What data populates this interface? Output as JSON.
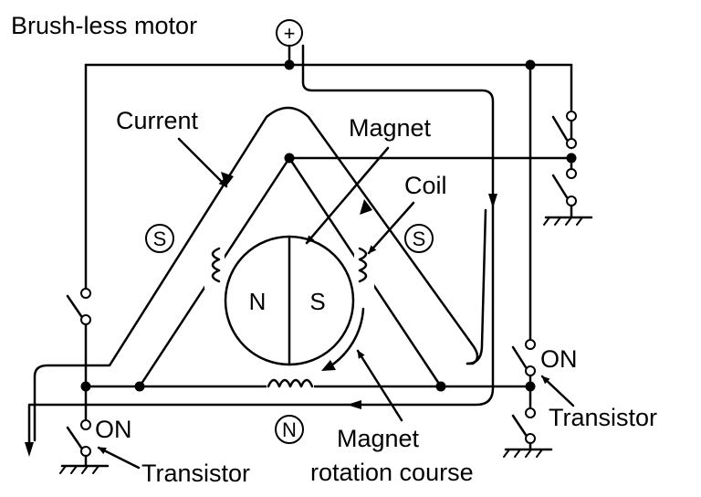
{
  "title": "Brush-less motor",
  "supply_symbol": "+",
  "labels": {
    "current": "Current",
    "magnet_top": "Magnet",
    "coil": "Coil",
    "magnet_rotation_line1": "Magnet",
    "magnet_rotation_line2": "rotation course",
    "on_right": "ON",
    "on_left": "ON",
    "transistor_right": "Transistor",
    "transistor_left": "Transistor"
  },
  "poles": {
    "stator_left": "S",
    "stator_right": "S",
    "stator_bottom": "N",
    "rotor_north": "N",
    "rotor_south": "S"
  },
  "colors": {
    "line": "#000000",
    "background": "#ffffff"
  }
}
